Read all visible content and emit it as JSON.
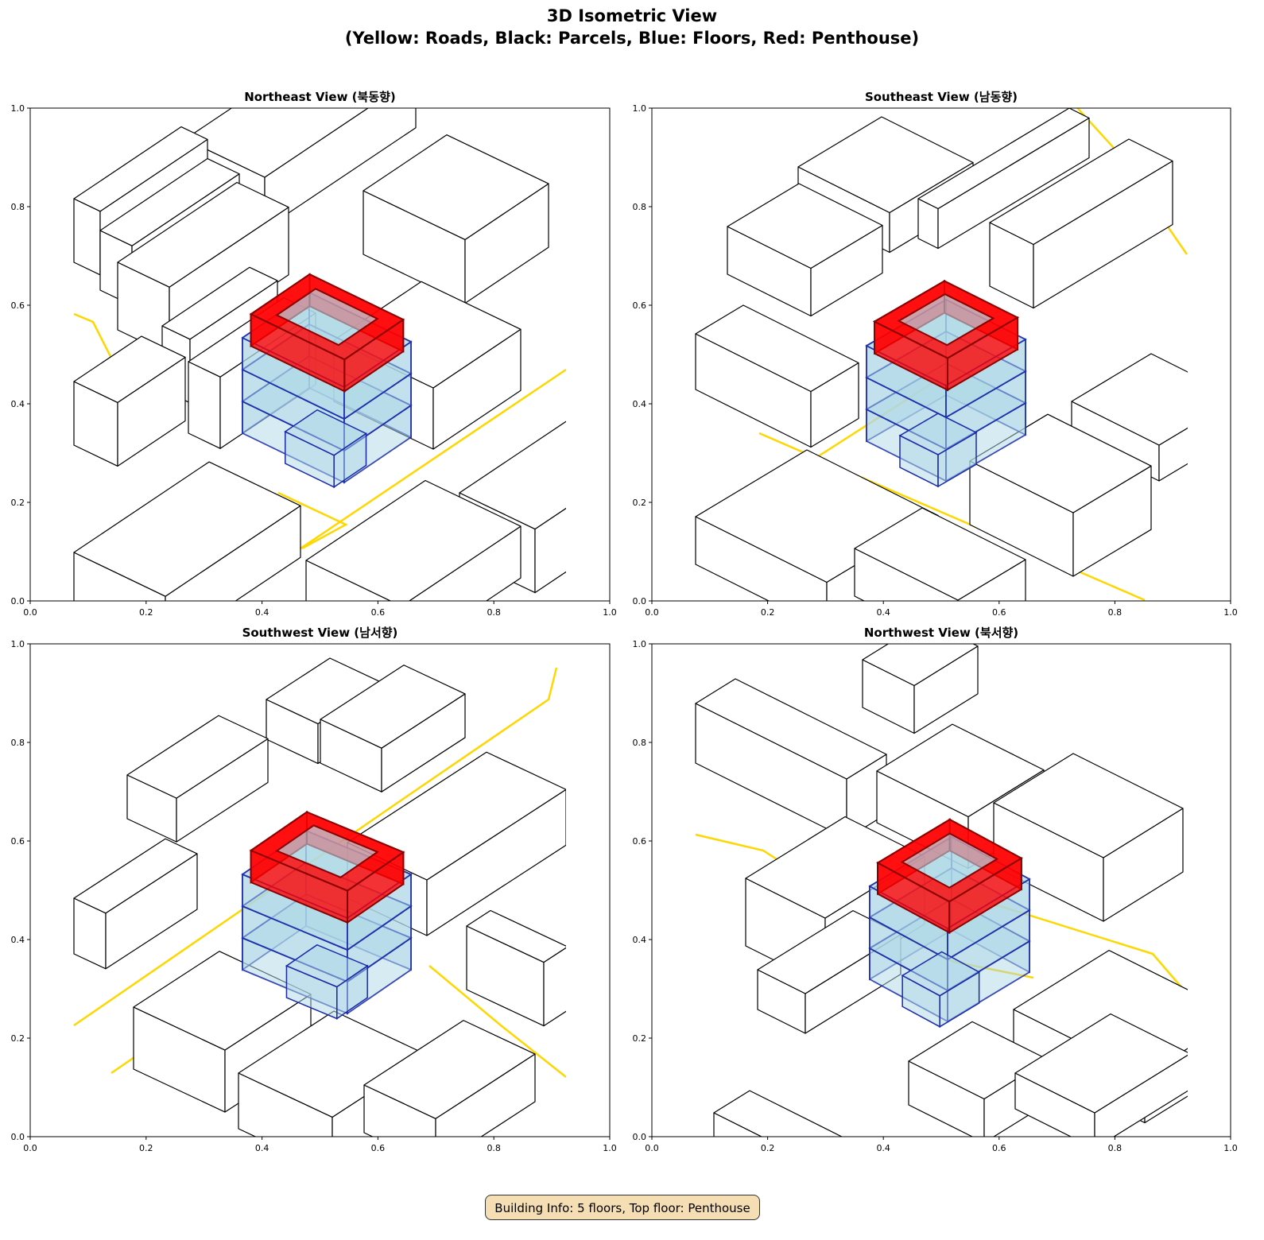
{
  "figure": {
    "title_line1": "3D Isometric View",
    "title_line2": "(Yellow: Roads, Black: Parcels, Blue: Floors, Red: Penthouse)",
    "info_box": "Building Info: 5 floors, Top floor: Penthouse"
  },
  "building": {
    "floors": 5,
    "top_floor": "Penthouse"
  },
  "panels": [
    {
      "title": "Northeast View (북동향)"
    },
    {
      "title": "Southeast View (남동향)"
    },
    {
      "title": "Southwest View (남서향)"
    },
    {
      "title": "Northwest View (북서향)"
    }
  ],
  "ticks": {
    "x": [
      "0.0",
      "0.2",
      "0.4",
      "0.6",
      "0.8",
      "1.0"
    ],
    "y": [
      "0.0",
      "0.2",
      "0.4",
      "0.6",
      "0.8",
      "1.0"
    ]
  },
  "colors": {
    "road": "#ffd700",
    "parcel": "#000000",
    "floor_fill": "#add8e6",
    "floor_edge": "#1a2aa8",
    "penthouse": "#ff0000",
    "info_bg": "#f5deb3"
  }
}
